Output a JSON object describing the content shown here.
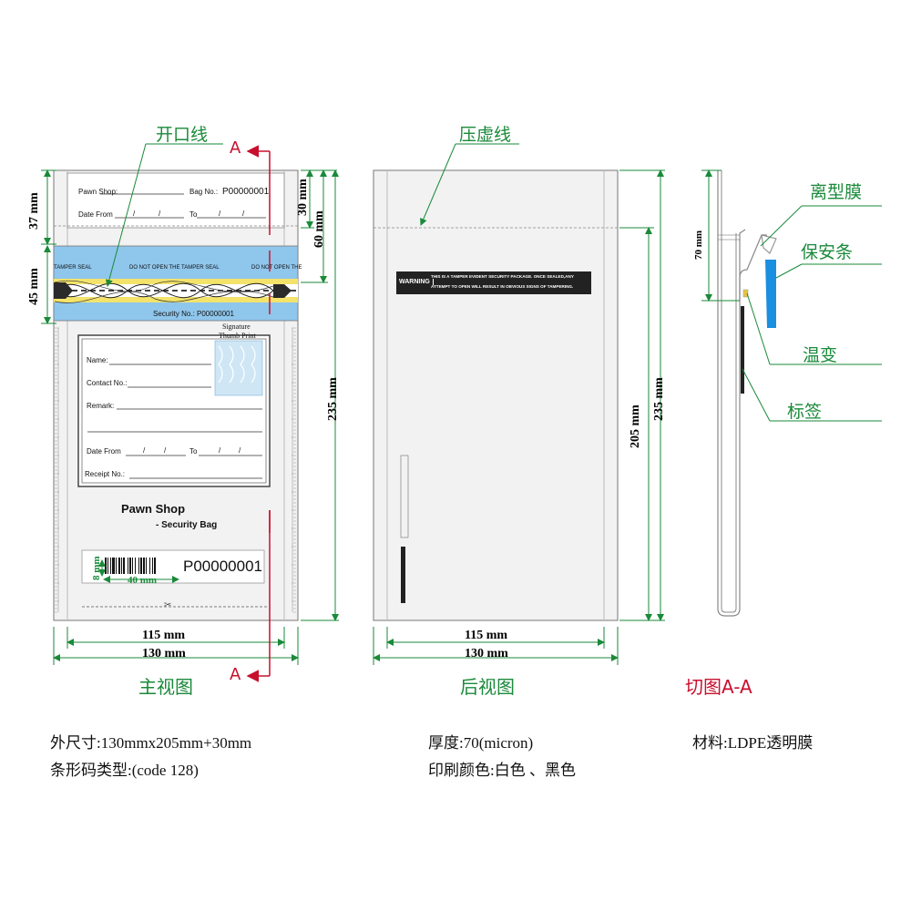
{
  "callouts": {
    "opening_line": "开口线",
    "dashed_press_line": "压虚线",
    "release_film": "离型膜",
    "security_strip": "保安条",
    "temperature_change": "温变",
    "label": "标签"
  },
  "section_marker": "A",
  "views": {
    "front": "主视图",
    "back": "后视图",
    "section": "切图A-A"
  },
  "dimensions": {
    "front_top_left": "37 mm",
    "front_strip": "45 mm",
    "front_right_30": "30 mm",
    "front_right_60": "60 mm",
    "front_right_235": "235 mm",
    "front_inner_width": "115 mm",
    "front_outer_width": "130 mm",
    "back_height_205": "205 mm",
    "back_height_235": "235 mm",
    "back_inner_width": "115 mm",
    "back_outer_width": "130 mm",
    "section_70": "70 mm",
    "barcode_height": "8 mm",
    "barcode_width": "40 mm"
  },
  "front_bag": {
    "pawn_shop_label": "Pawn Shop:",
    "bag_no_label": "Bag No.:",
    "bag_no_value": "P00000001",
    "date_from_label": "Date From",
    "to_label": "To",
    "tamper_seal_text": "DO NOT OPEN THE TAMPER SEAL",
    "tamper_seal_left": "TAMPER SEAL",
    "tamper_seal_right": "DO NOT OPEN THE",
    "security_no": "Security No.: P00000001",
    "signature": "Signature",
    "thumb_print": "Thumb Print",
    "form": {
      "name": "Name:",
      "contact": "Contact No.:",
      "remark": "Remark:",
      "date_from": "Date From",
      "to": "To",
      "receipt": "Receipt No.:"
    },
    "brand_title": "Pawn Shop",
    "brand_subtitle": "- Security Bag",
    "barcode_value": "P00000001"
  },
  "back_bag": {
    "warning_label": "WARNING",
    "warning_line1": "THIS IS A TAMPER EVIDENT SECURITY PACKAGE. ONCE SEALED,ANY",
    "warning_line2": "ATTEMPT TO OPEN WILL RESULT IN OBVIOUS SIGNS OF TAMPERING."
  },
  "specs": {
    "outer_size": "外尺寸:130mmx205mm+30mm",
    "barcode_type": "条形码类型:(code 128)",
    "thickness": "厚度:70(micron)",
    "print_colors": "印刷颜色:白色 、黑色",
    "material": "材料:LDPE透明膜"
  },
  "colors": {
    "green": "#1a8a3a",
    "red": "#c8102e",
    "strip_blue": "#8fc6ec",
    "security_blue": "#1a8ee0"
  }
}
